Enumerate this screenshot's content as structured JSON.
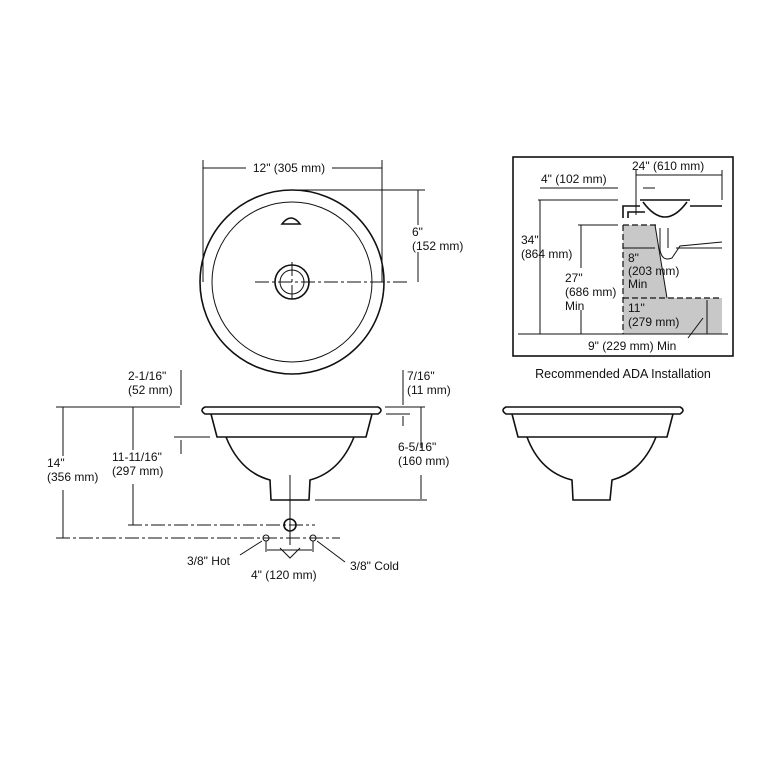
{
  "top_view": {
    "width_label": "12\" (305 mm)",
    "depth_label_in": "6\"",
    "depth_label_mm": "(152 mm)"
  },
  "ada": {
    "caption": "Recommended ADA Installation",
    "counter_depth": "24\" (610 mm)",
    "setback": "4\" (102 mm)",
    "height_in": "34\"",
    "height_mm": "(864 mm)",
    "knee_in": "27\"",
    "knee_mm": "(686 mm)",
    "knee_min": "Min",
    "knee_depth_in": "8\"",
    "knee_depth_mm": "(203 mm)",
    "knee_depth_min": "Min",
    "toe_in": "11\"",
    "toe_mm": "(279 mm)",
    "toe_depth": "9\" (229 mm) Min"
  },
  "side_view": {
    "rim_drop_in": "2-1/16\"",
    "rim_drop_mm": "(52 mm)",
    "rim_thick_in": "7/16\"",
    "rim_thick_mm": "(11 mm)",
    "total_in": "14\"",
    "total_mm": "(356 mm)",
    "drain_in": "11-11/16\"",
    "drain_mm": "(297 mm)",
    "bowl_in": "6-5/16\"",
    "bowl_mm": "(160 mm)",
    "hot": "3/8\" Hot",
    "cold": "3/8\" Cold",
    "spacing": "4\" (120 mm)"
  }
}
